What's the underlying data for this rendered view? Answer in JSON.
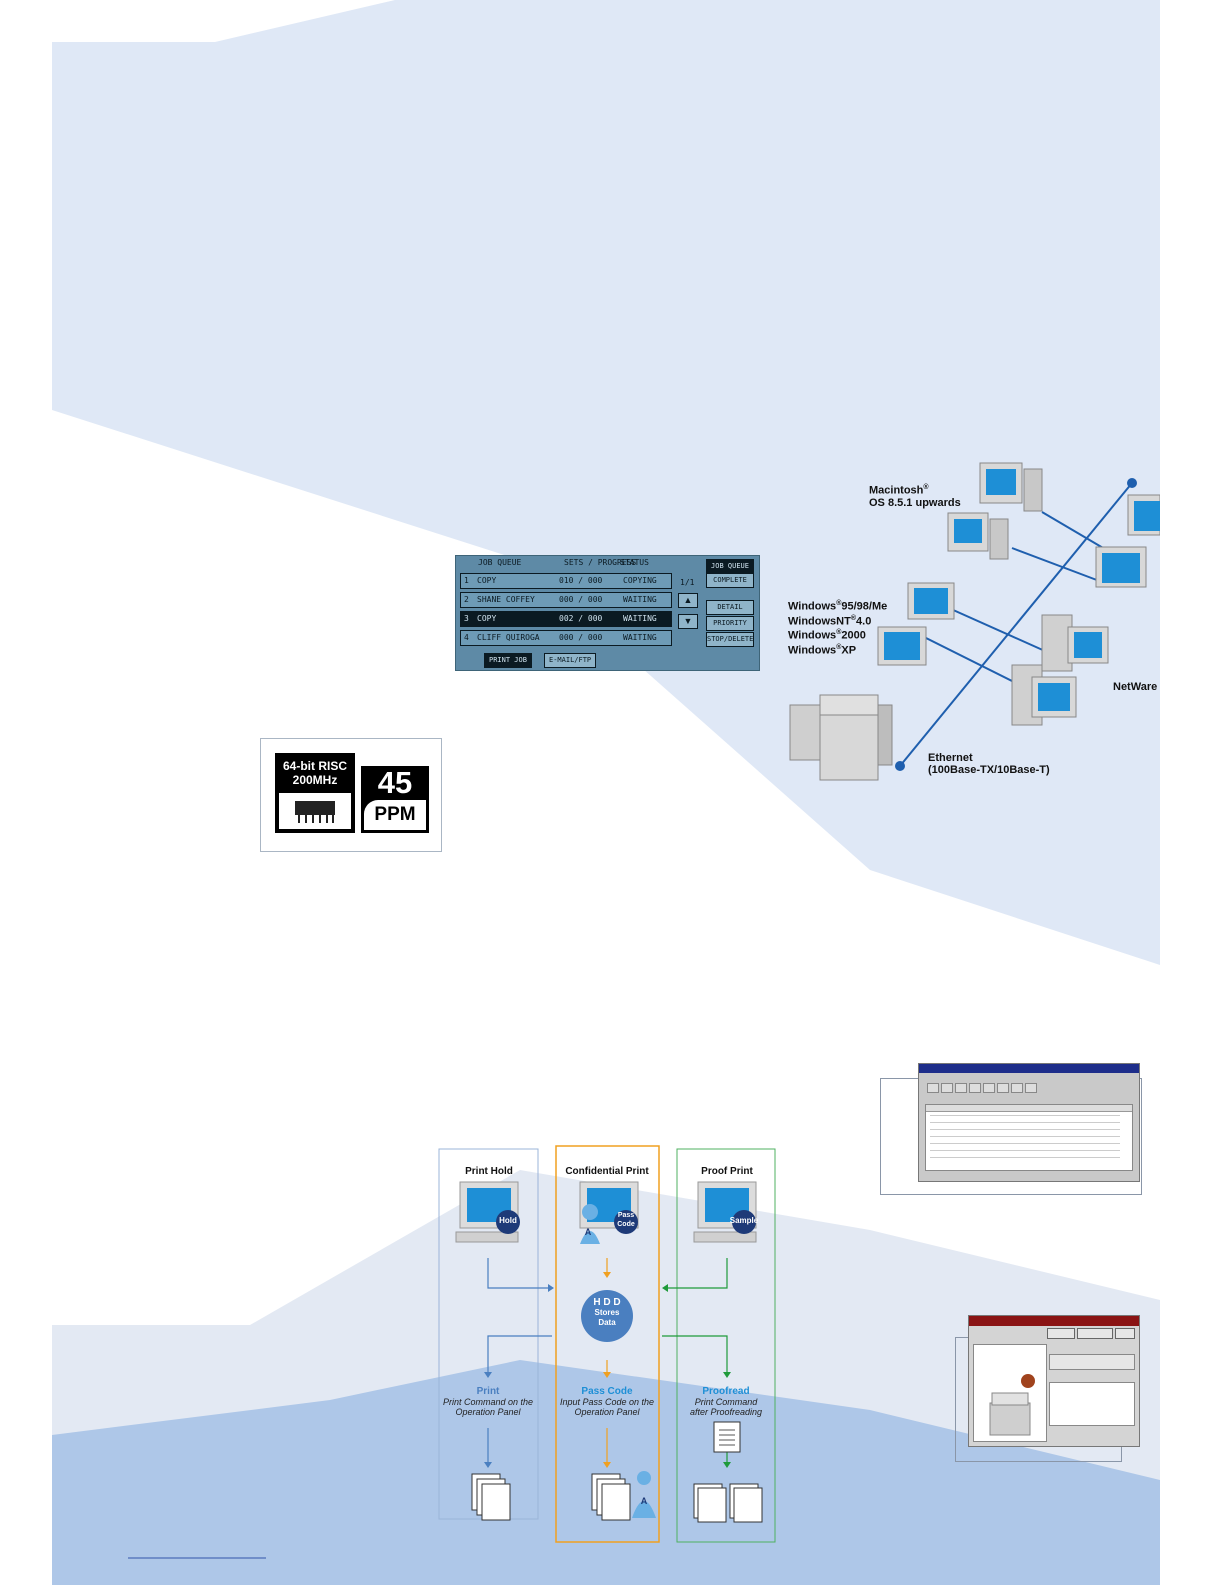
{
  "job_queue": {
    "headers": [
      "JOB QUEUE",
      "SETS / PROGRESS",
      "STATUS"
    ],
    "rows": [
      {
        "num": "1",
        "name": "COPY",
        "progress": "010 / 000",
        "status": "COPYING"
      },
      {
        "num": "2",
        "name": "SHANE COFFEY",
        "progress": "000 / 000",
        "status": "WAITING"
      },
      {
        "num": "3",
        "name": "COPY",
        "progress": "002 / 000",
        "status": "WAITING"
      },
      {
        "num": "4",
        "name": "CLIFF QUIROGA",
        "progress": "000 / 000",
        "status": "WAITING"
      }
    ],
    "page": "1/1",
    "side_buttons": [
      "JOB QUEUE",
      "COMPLETE",
      "DETAIL",
      "PRIORITY",
      "STOP/DELETE"
    ],
    "tabs": [
      "PRINT JOB",
      "E-MAIL/FTP"
    ]
  },
  "badge": {
    "cpu_line1": "64-bit RISC",
    "cpu_line2": "200MHz",
    "speed_number": "45",
    "speed_unit": "PPM"
  },
  "network": {
    "mac_line1": "Macintosh",
    "mac_line2": "OS 8.5.1 upwards",
    "win_95": "Windows",
    "win_95_rest": "95/98/Me",
    "win_nt": "WindowsNT",
    "win_nt_rest": "4.0",
    "win_2000": "Windows",
    "win_2000_rest": "2000",
    "win_xp": "Windows",
    "win_xp_rest": "XP",
    "reg": "®",
    "netware": "NetWare",
    "ethernet_line1": "Ethernet",
    "ethernet_line2": "(100Base-TX/10Base-T)"
  },
  "flow": {
    "col1_title": "Print Hold",
    "col2_title": "Confidential Print",
    "col3_title": "Proof Print",
    "badge_hold": "Hold",
    "badge_pass_line1": "Pass",
    "badge_pass_line2": "Code",
    "badge_sample": "Sample",
    "user_letter": "A",
    "hdd_line1": "H D D",
    "hdd_line2": "Stores",
    "hdd_line3": "Data",
    "out1_title": "Print",
    "out1_sub_line1": "Print Command on the",
    "out1_sub_line2": "Operation Panel",
    "out2_title": "Pass Code",
    "out2_sub_line1": "Input Pass Code on the",
    "out2_sub_line2": "Operation Panel",
    "out3_title": "Proofread",
    "out3_sub_line1": "Print Command",
    "out3_sub_line2": "after Proofreading"
  },
  "colors": {
    "bg_light": "#dfe8f6",
    "bg_mid": "#c5d6ee",
    "bg_dark": "#aec7e8",
    "hold_blue": "#4a7fc0",
    "confidential_orange": "#f0a020",
    "proof_green": "#1f9a3a",
    "network_line": "#1f5fae"
  }
}
